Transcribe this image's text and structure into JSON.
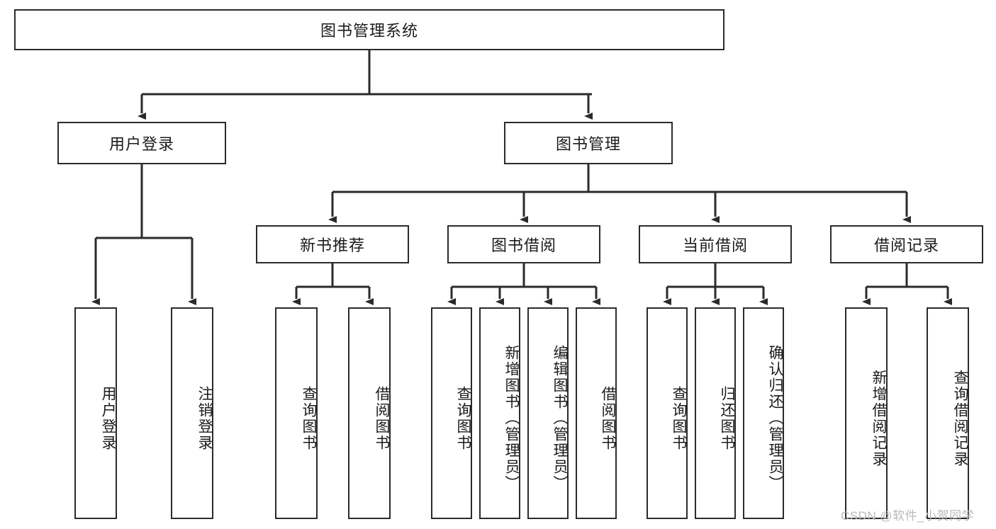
{
  "diagram": {
    "type": "tree-hierarchy-chart",
    "title": "图书管理系统",
    "colors": {
      "stroke": "#2b2b2b",
      "fill": "#ffffff",
      "text": "#1b1b1b",
      "watermark": "#b9b9b9"
    },
    "levels": {
      "level1": [
        "图书管理系统"
      ],
      "level2": [
        "用户登录",
        "图书管理"
      ],
      "level3": [
        "新书推荐",
        "图书借阅",
        "当前借阅",
        "借阅记录"
      ],
      "level4": [
        "用户登录",
        "注销登录",
        "查询图书",
        "借阅图书",
        "查询图书",
        "新增图书（管理员）",
        "编辑图书（管理员）",
        "借阅图书",
        "查询图书",
        "归还图书",
        "确认归还（管理员）",
        "新增借阅记录",
        "查询借阅记录"
      ]
    },
    "nodes": {
      "root": {
        "label": "图书管理系统"
      },
      "user_login": {
        "label": "用户登录"
      },
      "book_mgmt": {
        "label": "图书管理"
      },
      "new_book_rec": {
        "label": "新书推荐"
      },
      "book_borrow": {
        "label": "图书借阅"
      },
      "current_borrow": {
        "label": "当前借阅"
      },
      "borrow_record": {
        "label": "借阅记录"
      },
      "leaf_user_login": {
        "label": "用户登录"
      },
      "leaf_logout": {
        "label": "注销登录"
      },
      "leaf_query_book_1": {
        "label": "查询图书"
      },
      "leaf_borrow_book_1": {
        "label": "借阅图书"
      },
      "leaf_query_book_2": {
        "label": "查询图书"
      },
      "leaf_add_book_admin": {
        "label": "新增图书（管理员）"
      },
      "leaf_edit_book_admin": {
        "label": "编辑图书（管理员）"
      },
      "leaf_borrow_book_2": {
        "label": "借阅图书"
      },
      "leaf_query_book_3": {
        "label": "查询图书"
      },
      "leaf_return_book": {
        "label": "归还图书"
      },
      "leaf_confirm_return_admin": {
        "label": "确认归还（管理员）"
      },
      "leaf_add_borrow_record": {
        "label": "新增借阅记录"
      },
      "leaf_query_borrow_record": {
        "label": "查询借阅记录"
      }
    },
    "edges": [
      {
        "from": "root",
        "to": "user_login"
      },
      {
        "from": "root",
        "to": "book_mgmt"
      },
      {
        "from": "user_login",
        "to": "leaf_user_login"
      },
      {
        "from": "user_login",
        "to": "leaf_logout"
      },
      {
        "from": "book_mgmt",
        "to": "new_book_rec"
      },
      {
        "from": "book_mgmt",
        "to": "book_borrow"
      },
      {
        "from": "book_mgmt",
        "to": "current_borrow"
      },
      {
        "from": "book_mgmt",
        "to": "borrow_record"
      },
      {
        "from": "new_book_rec",
        "to": "leaf_query_book_1"
      },
      {
        "from": "new_book_rec",
        "to": "leaf_borrow_book_1"
      },
      {
        "from": "book_borrow",
        "to": "leaf_query_book_2"
      },
      {
        "from": "book_borrow",
        "to": "leaf_add_book_admin"
      },
      {
        "from": "book_borrow",
        "to": "leaf_edit_book_admin"
      },
      {
        "from": "book_borrow",
        "to": "leaf_borrow_book_2"
      },
      {
        "from": "current_borrow",
        "to": "leaf_query_book_3"
      },
      {
        "from": "current_borrow",
        "to": "leaf_return_book"
      },
      {
        "from": "current_borrow",
        "to": "leaf_confirm_return_admin"
      },
      {
        "from": "borrow_record",
        "to": "leaf_add_borrow_record"
      },
      {
        "from": "borrow_record",
        "to": "leaf_query_borrow_record"
      }
    ]
  },
  "watermark": {
    "text": "CSDN @软件_小贺同学"
  }
}
